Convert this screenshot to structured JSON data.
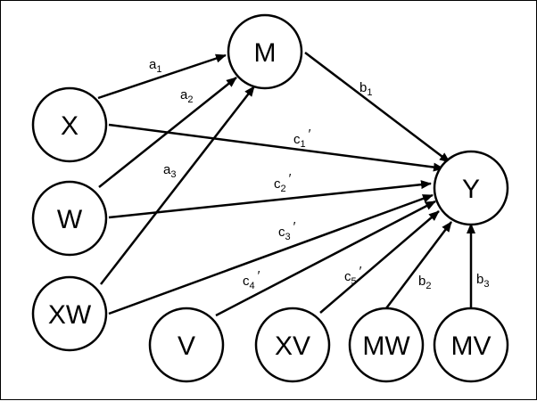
{
  "nodes": {
    "M": {
      "label": "M"
    },
    "X": {
      "label": "X"
    },
    "W": {
      "label": "W"
    },
    "XW": {
      "label": "XW"
    },
    "Y": {
      "label": "Y"
    },
    "V": {
      "label": "V"
    },
    "XV": {
      "label": "XV"
    },
    "MW": {
      "label": "MW"
    },
    "MV": {
      "label": "MV"
    }
  },
  "edges": {
    "a1": {
      "main": "a",
      "sub": "1",
      "prime": ""
    },
    "a2": {
      "main": "a",
      "sub": "2",
      "prime": ""
    },
    "a3": {
      "main": "a",
      "sub": "3",
      "prime": ""
    },
    "b1": {
      "main": "b",
      "sub": "1",
      "prime": ""
    },
    "b2": {
      "main": "b",
      "sub": "2",
      "prime": ""
    },
    "b3": {
      "main": "b",
      "sub": "3",
      "prime": ""
    },
    "c1": {
      "main": "c",
      "sub": "1",
      "prime": "′"
    },
    "c2": {
      "main": "c",
      "sub": "2",
      "prime": "′"
    },
    "c3": {
      "main": "c",
      "sub": "3",
      "prime": "′"
    },
    "c4": {
      "main": "c",
      "sub": "4",
      "prime": "′"
    },
    "c5": {
      "main": "c",
      "sub": "5",
      "prime": "′"
    }
  }
}
